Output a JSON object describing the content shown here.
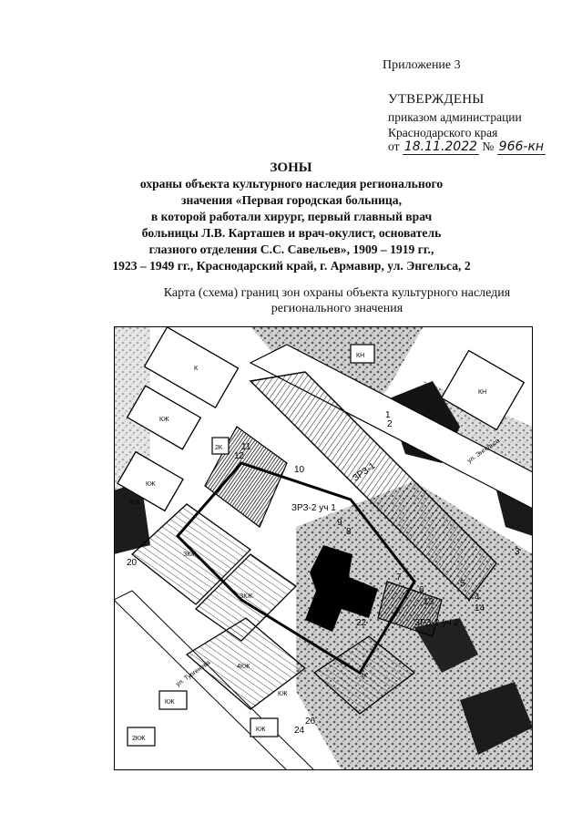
{
  "header": {
    "appendix": "Приложение 3",
    "approved": "УТВЕРЖДЕНЫ",
    "order_line1": "приказом администрации",
    "order_line2": "Краснодарского края",
    "date_prefix": "от",
    "date_value": "18.11.2022",
    "number_prefix": "№",
    "number_value": "966-кн"
  },
  "document": {
    "title": "ЗОНЫ",
    "subtitle_lines": [
      "охраны объекта культурного наследия регионального",
      "значения «Первая городская больница,",
      "в которой работали хирург, первый главный врач",
      "больницы Л.В. Карташев и врач-окулист, основатель",
      "глазного отделения С.С. Савельев», 1909 – 1919 гг.,",
      "1923 – 1949 гг., Краснодарский край, г. Армавир, ул. Энгельса, 2"
    ],
    "caption_lines": [
      "Карта (схема) границ зон охраны объекта культурного наследия",
      "регионального значения"
    ]
  },
  "map": {
    "building_labels": [
      "К",
      "КЖ",
      "КН",
      "КН",
      "КЖ",
      "2К",
      "КЖ",
      "КЖ",
      "ЗКЖ",
      "ЗКЖ",
      "4КЖ",
      "КЖ",
      "КЖ",
      "2КЖ",
      "ЗК"
    ],
    "zone_labels": [
      "ЗРЗ-1",
      "ЗРЗ-2 уч 1",
      "ЗРЗ-2 уч 2"
    ],
    "street_labels": [
      "ул. Энгельса",
      "ул. Тургенева"
    ],
    "point_numbers": [
      "1",
      "2",
      "3",
      "4",
      "5",
      "6",
      "7",
      "8",
      "9",
      "10",
      "11",
      "12",
      "13",
      "14",
      "16",
      "20",
      "22",
      "24",
      "26"
    ]
  }
}
